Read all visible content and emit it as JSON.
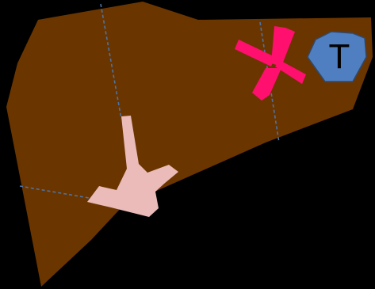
{
  "diagram": {
    "background_color": "#000000",
    "liver": {
      "color": "#6b3500"
    },
    "segment_boundaries": {
      "color": "#4a74a6",
      "style": "dashed",
      "count": 3
    },
    "portal_structure": {
      "color": "#eabbb8"
    },
    "hepatic_veins": {
      "color": "#ff0f6e"
    },
    "tumor": {
      "label": "T",
      "fill_color": "#4f7fc0",
      "border_color": "#2e4a70",
      "label_color": "#000000"
    }
  }
}
